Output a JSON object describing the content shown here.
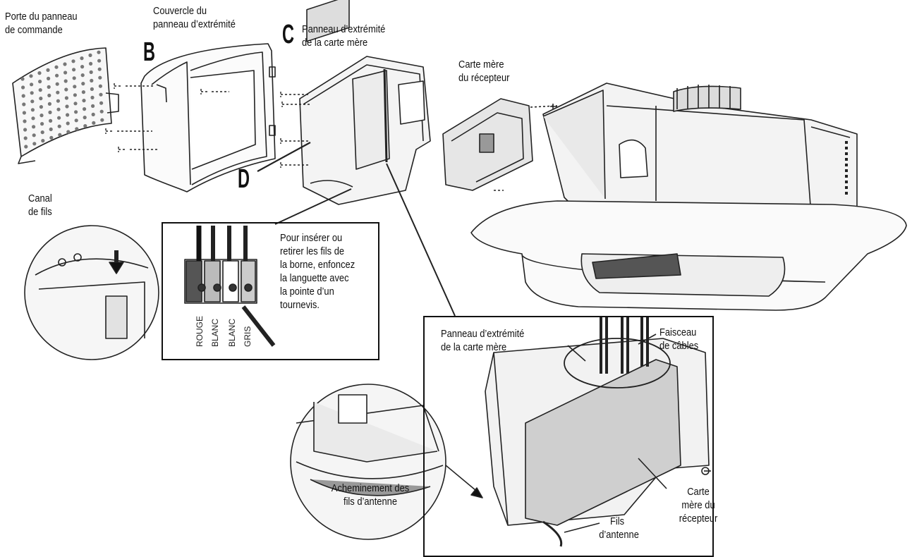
{
  "labels": {
    "control_panel_door": "Porte du panneau\nde commande",
    "end_panel_cover": "Couvercle du\npanneau d’extrémité",
    "motherboard_end_panel": "Panneau d’extrémité\nde la carte mère",
    "receiver_motherboard_top": "Carte mère\ndu récepteur",
    "wire_channel": "Canal\nde fils",
    "insert_instructions": "Pour insérer ou\nretirer les fils de\nla borne, enfoncez\nla languette avec\nla pointe d’un\ntournevis.",
    "detail_end_panel": "Panneau d’extrémité\nde la carte mère",
    "wire_harness": "Faisceau\nde câbles",
    "antenna_routing": "Acheminement des\nfils d’antenne",
    "antenna_wires": "Fils\nd’antenne",
    "receiver_motherboard_bottom": "Carte\nmère du\nrécepteur"
  },
  "letters": {
    "b": "B",
    "c": "C",
    "d": "D"
  },
  "terminal_wires": [
    "ROUGE",
    "BLANC",
    "BLANC",
    "GRIS"
  ],
  "colors": {
    "ink": "#111111",
    "fill_light": "#f2f2f2",
    "fill_mid": "#d9d9d9",
    "fill_dark": "#555555"
  }
}
